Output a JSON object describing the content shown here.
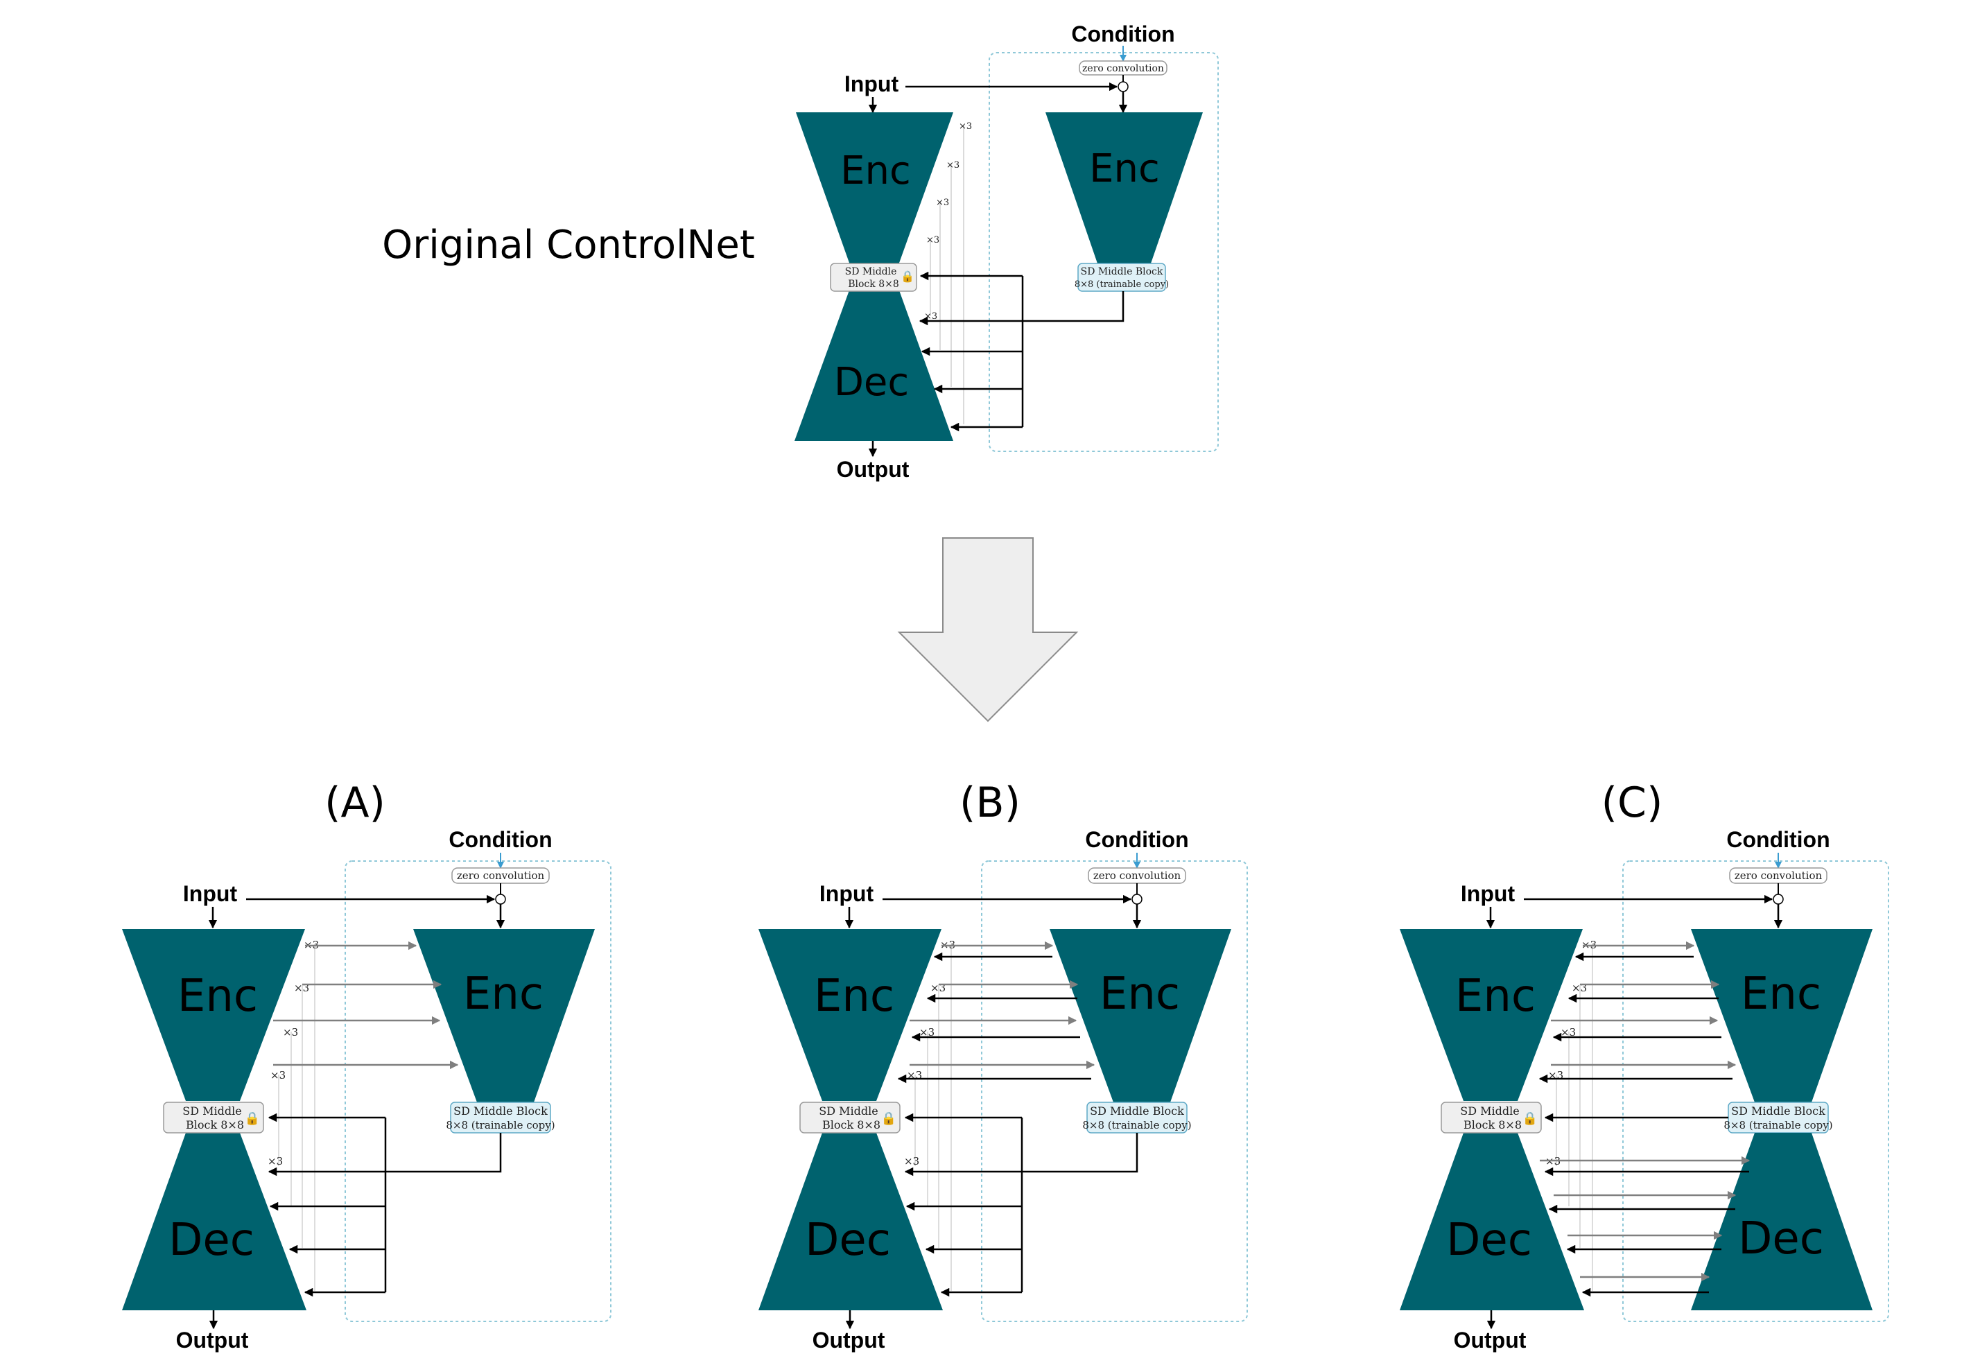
{
  "colors": {
    "block": "#00626e",
    "arrow_black": "#000000",
    "arrow_gray": "#7f7f7f",
    "condition_blue": "#3a9cd0",
    "trainable_fill": "#dff1f7",
    "trainable_stroke": "#5fa9c6",
    "frozen_fill": "#efefef",
    "frozen_stroke": "#9a9a9a",
    "dotted_box": "#8fc8d8"
  },
  "top": {
    "title": "Original ControlNet",
    "condition": "Condition",
    "zero_conv": "zero convolution",
    "input": "Input",
    "output": "Output",
    "enc": "Enc",
    "dec": "Dec",
    "enc_copy": "Enc",
    "frozen_block_line1": "SD Middle",
    "frozen_block_line2": "Block 8×8",
    "trainable_block_line1": "SD Middle Block",
    "trainable_block_line2": "8×8 (trainable copy)",
    "repeat": "×3"
  },
  "transition_arrow": "down-arrow",
  "variants": [
    {
      "label": "(A)",
      "condition": "Condition",
      "zero_conv": "zero convolution",
      "input": "Input",
      "output": "Output",
      "enc": "Enc",
      "dec": "Dec",
      "enc_copy": "Enc",
      "frozen_block_line1": "SD Middle",
      "frozen_block_line2": "Block 8×8",
      "trainable_block_line1": "SD Middle Block",
      "trainable_block_line2": "8×8 (trainable copy)",
      "repeat": "×3"
    },
    {
      "label": "(B)",
      "condition": "Condition",
      "zero_conv": "zero convolution",
      "input": "Input",
      "output": "Output",
      "enc": "Enc",
      "dec": "Dec",
      "enc_copy": "Enc",
      "frozen_block_line1": "SD Middle",
      "frozen_block_line2": "Block 8×8",
      "trainable_block_line1": "SD Middle Block",
      "trainable_block_line2": "8×8 (trainable copy)",
      "repeat": "×3"
    },
    {
      "label": "(C)",
      "condition": "Condition",
      "zero_conv": "zero convolution",
      "input": "Input",
      "output": "Output",
      "enc": "Enc",
      "dec": "Dec",
      "enc_copy": "Enc",
      "dec_copy": "Dec",
      "frozen_block_line1": "SD Middle",
      "frozen_block_line2": "Block 8×8",
      "trainable_block_line1": "SD Middle Block",
      "trainable_block_line2": "8×8 (trainable copy)",
      "repeat": "×3"
    }
  ]
}
